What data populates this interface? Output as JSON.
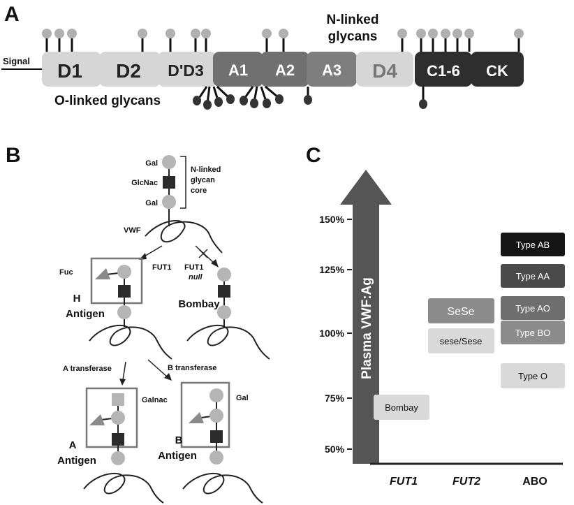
{
  "panel_a": {
    "letter": "A",
    "signal_label": "Signal",
    "n_glycans_line1": "N-linked",
    "n_glycans_line2": "glycans",
    "o_glycans_label": "O-linked glycans",
    "domains": [
      "D1",
      "D2",
      "D'D3",
      "A1",
      "A2",
      "A3",
      "D4",
      "C1-6",
      "CK"
    ]
  },
  "panel_b": {
    "letter": "B",
    "gal_top": "Gal",
    "glcnac": "GlcNac",
    "gal_mid": "Gal",
    "core_line1": "N-linked",
    "core_line2": "glycan",
    "core_line3": "core",
    "vwf": "VWF",
    "fuc": "Fuc",
    "fut1": "FUT1",
    "fut1_null_line1": "FUT1",
    "fut1_null_line2": "null",
    "h_line1": "H",
    "h_line2": "Antigen",
    "bombay": "Bombay",
    "a_transferase": "A transferase",
    "b_transferase": "B transferase",
    "galnac": "Galnac",
    "gal_b": "Gal",
    "a_line1": "A",
    "a_line2": "Antigen",
    "b_line1": "B",
    "b_line2": "Antigen"
  },
  "panel_c": {
    "letter": "C",
    "arrow_label": "Plasma VWF:Ag",
    "y_ticks": [
      "150%",
      "125%",
      "100%",
      "75%",
      "50%"
    ],
    "x_labels": [
      "FUT1",
      "FUT2",
      "ABO"
    ],
    "boxes": {
      "bombay": "Bombay",
      "sese": "SeSe",
      "sesese": "sese/Sese",
      "type_ab": "Type AB",
      "type_aa": "Type AA",
      "type_ao": "Type AO",
      "type_bo": "Type BO",
      "type_o": "Type O"
    }
  }
}
